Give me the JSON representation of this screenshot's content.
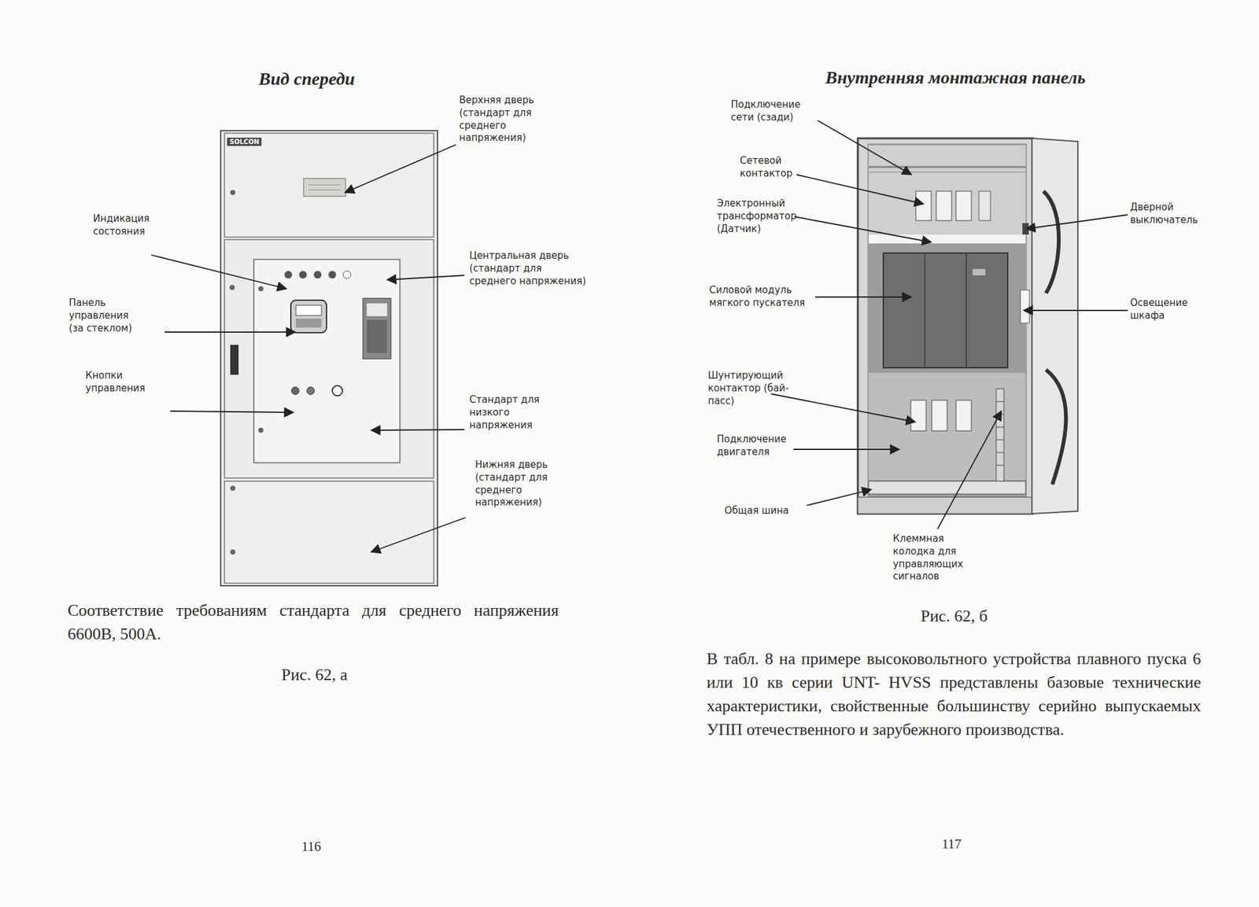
{
  "diagram": {
    "labels": [
      "Вид спереди",
      "Верхняя дверь (стандарт для среднего напряжения)",
      "Индикация состояния",
      "Центральная дверь (стандарт для среднего напряжения)",
      "Панель управления (за стеклом)",
      "Кнопки управления",
      "Стандарт для низкого напряжения",
      "Нижняя дверь (стандарт для среднего напряжения)",
      "SOLCON",
      "Соответствие требованиям стандарта для среднего напряжения 6600В, 500А.",
      "Рис. 62, а",
      "116",
      "Внутренняя монтажная панель",
      "Подключение сети (сзади)",
      "Сетевой контактор",
      "Электронный трансформатор (Датчик)",
      "Силовой модуль мягкого пускателя",
      "Шунтирующий контактор (бай-пасс)",
      "Подключение двигателя",
      "Общая шина",
      "Клеммная колодка для управляющих сигналов",
      "Дверной выключатель",
      "Освещение шкафа",
      "Рис. 62, б",
      "В табл. 8 на примере высоковольтного устройства плавного пуска 6 или 10 кв серии UNT- HVSS представлены базовые технические характеристики, свойственные большинству серийно выпускаемых УПП отечественного и зарубежного производства.",
      "117"
    ]
  }
}
